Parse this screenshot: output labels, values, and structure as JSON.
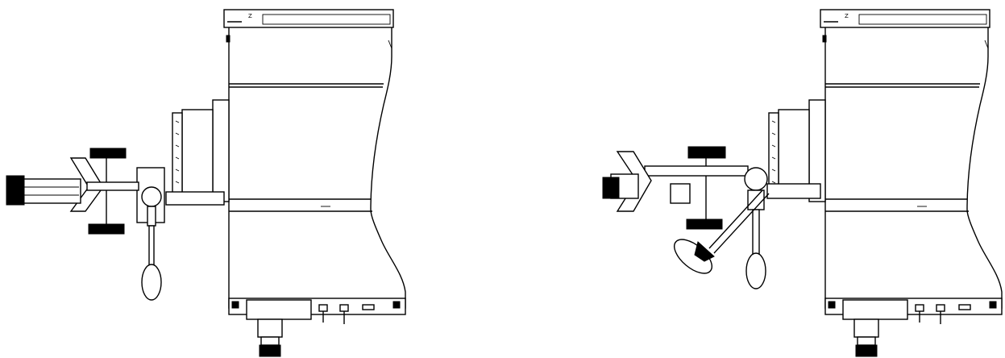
{
  "figures": [
    {
      "id": "machine-view-left",
      "handle_attachment": "none"
    },
    {
      "id": "machine-view-right",
      "handle_attachment": "angled-arm-with-disc"
    }
  ],
  "colors": {
    "line": "#000000",
    "background": "#ffffff"
  }
}
